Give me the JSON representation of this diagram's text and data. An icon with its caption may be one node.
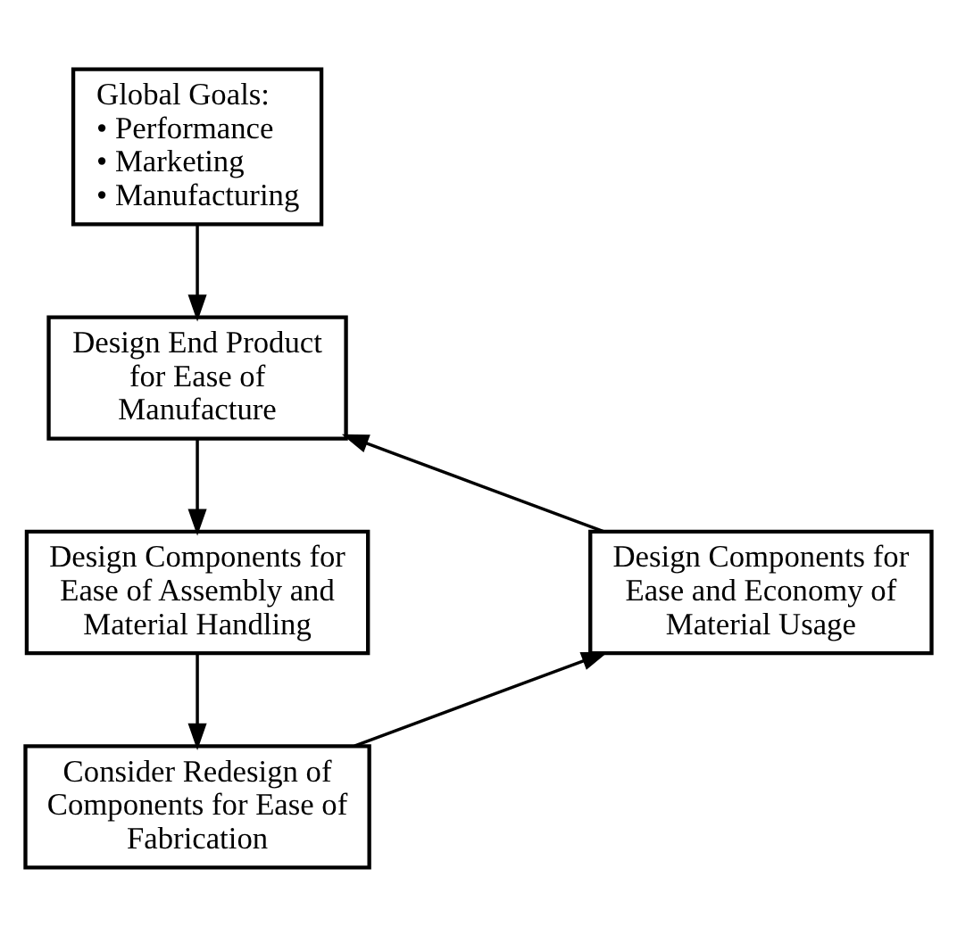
{
  "diagram": {
    "nodes": [
      {
        "text": [
          "Global Goals:",
          "• Performance",
          "• Marketing",
          "• Manufacturing"
        ]
      },
      {
        "text": [
          "Design End Product for Ease of Manufacture"
        ]
      },
      {
        "text": [
          "Design Components for Ease of Assembly and Material Handling"
        ]
      },
      {
        "text": [
          "Consider Redesign of Components for Ease of Fabrication"
        ]
      },
      {
        "text": [
          "Design Components for Ease and Economy of Material Usage"
        ]
      }
    ],
    "edges": [
      {
        "from": 0,
        "to": 1,
        "arrow": "to"
      },
      {
        "from": 1,
        "to": 2,
        "arrow": "to"
      },
      {
        "from": 2,
        "to": 3,
        "arrow": "to"
      },
      {
        "from": 3,
        "to": 4,
        "arrow": "to"
      },
      {
        "from": 4,
        "to": 1,
        "arrow": "to"
      }
    ]
  }
}
